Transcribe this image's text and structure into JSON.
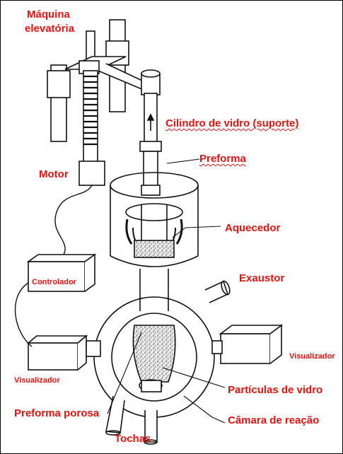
{
  "labels": {
    "maquina_line1": "Máquina",
    "maquina_line2": "elevatória",
    "cilindro": "Cilindro de vidro (suporte)",
    "preforma": "Preforma",
    "motor": "Motor",
    "aquecedor": "Aquecedor",
    "controlador": "Controlador",
    "exaustor": "Exaustor",
    "visualizador_right": "Visualizador",
    "visualizador_left": "Visualizador",
    "particulas": "Partículas de vidro",
    "preforma_porosa": "Preforma porosa",
    "camara": "Câmara de reação",
    "tochas": "Tochas"
  },
  "colors": {
    "label": "#e8130f",
    "line": "#111111"
  }
}
